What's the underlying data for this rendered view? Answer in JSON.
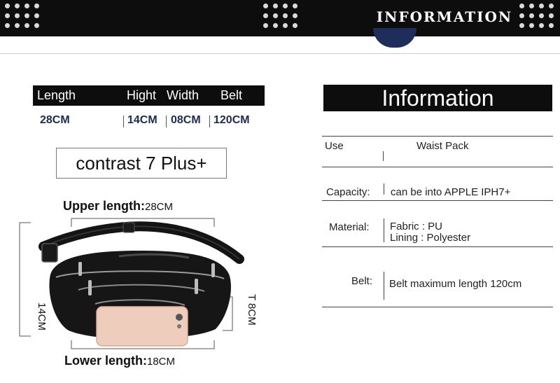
{
  "header": {
    "title": "INFORMATION"
  },
  "size_table": {
    "headers": [
      "Length",
      "Hight",
      "Width",
      "Belt"
    ],
    "values": [
      "28CM",
      "14CM",
      "08CM",
      "120CM"
    ]
  },
  "contrast_label": "contrast 7 Plus+",
  "dimensions": {
    "upper_label": "Upper length:",
    "upper_value": "28CM",
    "lower_label": "Lower length:",
    "lower_value": "18CM",
    "height_value": "14CM",
    "thickness_value": "T 8CM"
  },
  "information": {
    "title": "Information",
    "rows": [
      {
        "label": "Use",
        "value": "Waist Pack"
      },
      {
        "label": "Capacity:",
        "value": "can be into APPLE IPH7+"
      },
      {
        "label": "Material:",
        "value_line1": "Fabric : PU",
        "value_line2": "Lining :  Polyester"
      },
      {
        "label": "Belt:",
        "value": "Belt maximum length 120cm"
      }
    ]
  },
  "colors": {
    "header_bg": "#0d0d0d",
    "accent_navy": "#1e2d5a",
    "size_value_text": "#1c2b4f"
  }
}
